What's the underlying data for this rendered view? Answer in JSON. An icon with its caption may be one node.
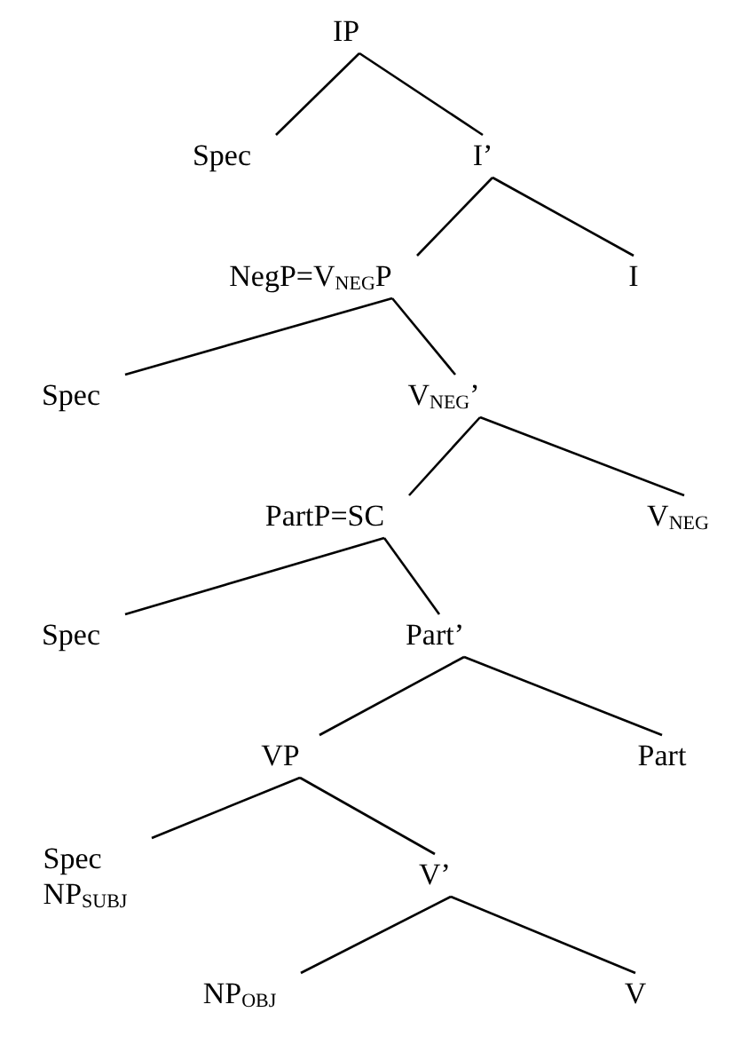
{
  "diagram": {
    "nodes": [
      {
        "text": [
          "IP"
        ]
      },
      {
        "text": [
          "Spec"
        ]
      },
      {
        "text": [
          "I’"
        ]
      },
      {
        "text": [
          "NegP=V$_{NEG}$P"
        ]
      },
      {
        "text": [
          "I"
        ]
      },
      {
        "text": [
          "Spec"
        ]
      },
      {
        "text": [
          "V$_{NEG}$’"
        ]
      },
      {
        "text": [
          "PartP=SC"
        ]
      },
      {
        "text": [
          "V$_{NEG}$"
        ]
      },
      {
        "text": [
          "Spec"
        ]
      },
      {
        "text": [
          "Part’"
        ]
      },
      {
        "text": [
          "VP"
        ]
      },
      {
        "text": [
          "Part"
        ]
      },
      {
        "text": [
          "Spec",
          "NP$_{SUBJ}$"
        ]
      },
      {
        "text": [
          "V’"
        ]
      },
      {
        "text": [
          "NP$_{OBJ}$"
        ]
      },
      {
        "text": [
          "V"
        ]
      }
    ],
    "edges": [
      {
        "from": 0,
        "to": 1,
        "arrow": "none"
      },
      {
        "from": 0,
        "to": 2,
        "arrow": "none"
      },
      {
        "from": 2,
        "to": 3,
        "arrow": "none"
      },
      {
        "from": 2,
        "to": 4,
        "arrow": "none"
      },
      {
        "from": 3,
        "to": 5,
        "arrow": "none"
      },
      {
        "from": 3,
        "to": 6,
        "arrow": "none"
      },
      {
        "from": 6,
        "to": 7,
        "arrow": "none"
      },
      {
        "from": 6,
        "to": 8,
        "arrow": "none"
      },
      {
        "from": 7,
        "to": 9,
        "arrow": "none"
      },
      {
        "from": 7,
        "to": 10,
        "arrow": "none"
      },
      {
        "from": 10,
        "to": 11,
        "arrow": "none"
      },
      {
        "from": 10,
        "to": 12,
        "arrow": "none"
      },
      {
        "from": 11,
        "to": 13,
        "arrow": "none"
      },
      {
        "from": 11,
        "to": 14,
        "arrow": "none"
      },
      {
        "from": 14,
        "to": 15,
        "arrow": "none"
      },
      {
        "from": 14,
        "to": 16,
        "arrow": "none"
      }
    ]
  }
}
